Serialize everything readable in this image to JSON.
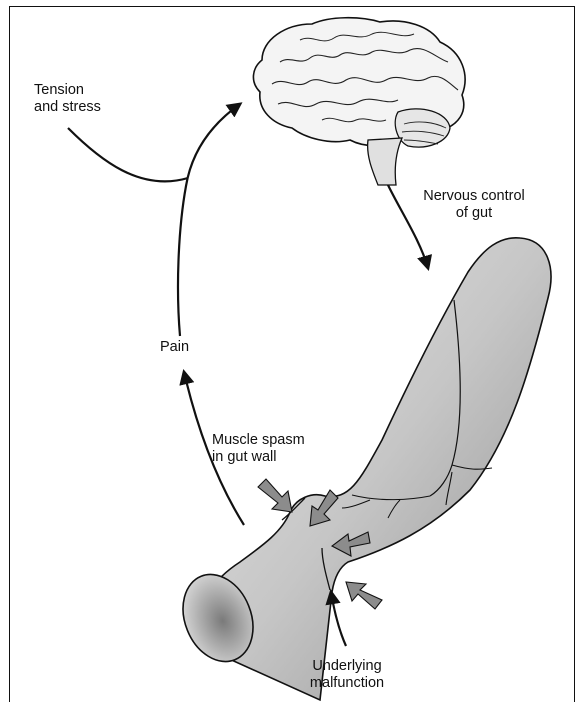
{
  "labels": {
    "tension_line1": "Tension",
    "tension_line2": "and stress",
    "nervous_line1": "Nervous control",
    "nervous_line2": "of gut",
    "pain": "Pain",
    "spasm_line1": "Muscle spasm",
    "spasm_line2": "in gut wall",
    "underlying_line1": "Underlying",
    "underlying_line2": "malfunction"
  },
  "colors": {
    "line": "#111111",
    "gut_fill": "#c9c9c9",
    "gut_shadow": "#9a9a9a",
    "arrow_fill": "#8c8c8c",
    "brain_fill": "#f4f4f4"
  },
  "icons": {
    "brain": "brain-icon",
    "gut": "intestine-icon"
  }
}
